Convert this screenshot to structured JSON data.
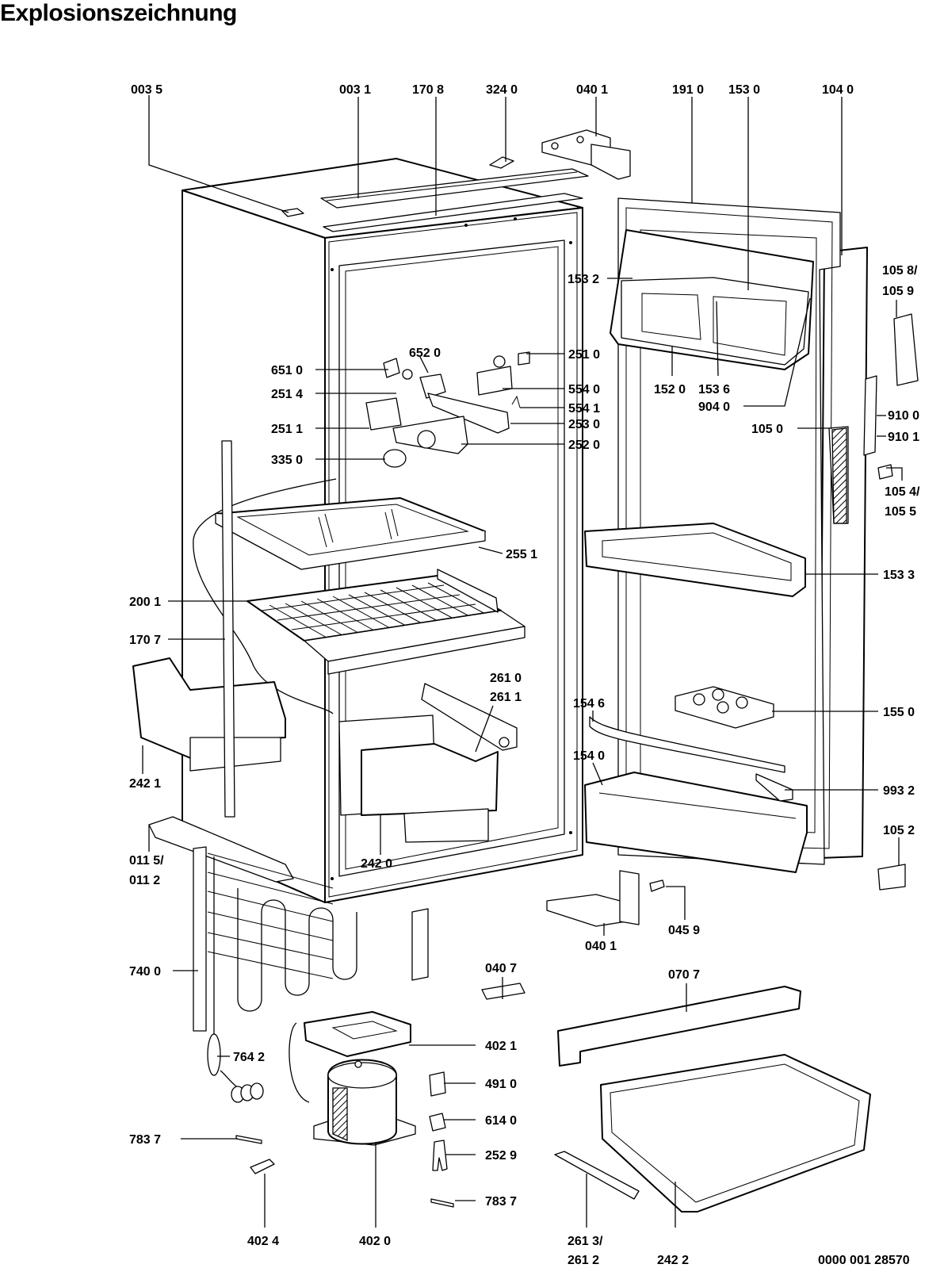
{
  "title": "Explosionszeichnung",
  "document_number": "0000 001 28570",
  "part_labels": {
    "p003_5": "003 5",
    "p003_1": "003 1",
    "p170_8": "170 8",
    "p324_0": "324 0",
    "p040_1_top": "040 1",
    "p191_0": "191 0",
    "p153_0": "153 0",
    "p104_0": "104 0",
    "p105_8": "105 8/",
    "p105_9": "105 9",
    "p153_2": "153 2",
    "p651_0": "651 0",
    "p652_0": "652 0",
    "p251_0": "251 0",
    "p251_4": "251 4",
    "p554_0": "554 0",
    "p554_1": "554 1",
    "p251_1": "251 1",
    "p253_0": "253 0",
    "p252_0": "252 0",
    "p335_0": "335 0",
    "p152_0": "152 0",
    "p153_6": "153 6",
    "p904_0": "904 0",
    "p910_0": "910 0",
    "p105_0": "105 0",
    "p910_1": "910 1",
    "p105_4": "105 4/",
    "p105_5": "105 5",
    "p255_1": "255 1",
    "p153_3": "153 3",
    "p200_1": "200 1",
    "p170_7": "170 7",
    "p261_0": "261 0",
    "p261_1": "261 1",
    "p154_6": "154 6",
    "p155_0": "155 0",
    "p154_0": "154 0",
    "p242_1": "242 1",
    "p993_2": "993 2",
    "p011_5": "011 5/",
    "p011_2": "011 2",
    "p242_0": "242 0",
    "p105_2": "105 2",
    "p045_9": "045 9",
    "p040_1_bot": "040 1",
    "p040_7": "040 7",
    "p070_7": "070 7",
    "p740_0": "740 0",
    "p402_1": "402 1",
    "p764_2": "764 2",
    "p491_0": "491 0",
    "p614_0": "614 0",
    "p783_7_left": "783 7",
    "p252_9": "252 9",
    "p783_7_bot": "783 7",
    "p402_4": "402 4",
    "p402_0": "402 0",
    "p261_3": "261 3/",
    "p261_2": "261 2",
    "p242_2": "242 2"
  }
}
